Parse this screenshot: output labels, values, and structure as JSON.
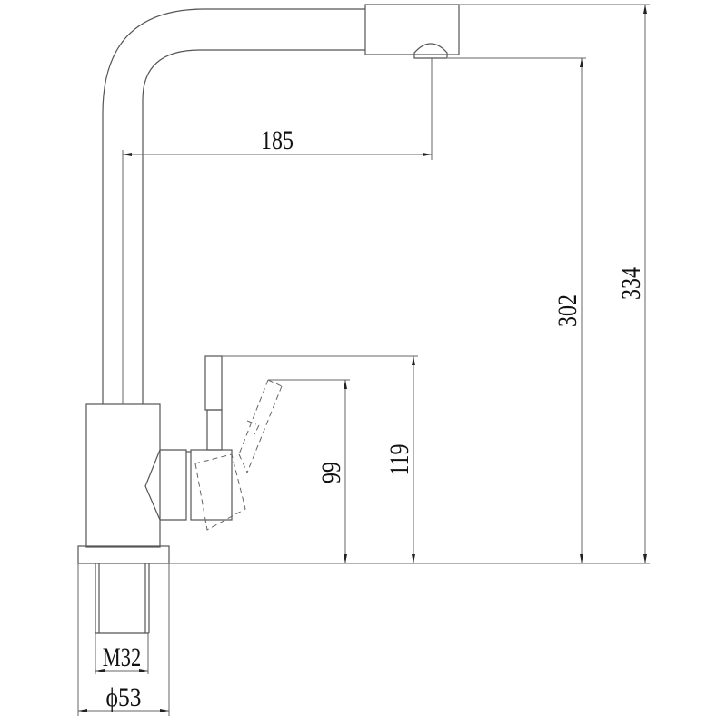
{
  "drawing": {
    "subject": "faucet",
    "dimensions": {
      "spout_reach": "185",
      "spout_outlet_height": "302",
      "total_height": "334",
      "handle_height": "99",
      "handle_top_height": "119",
      "thread": "M32",
      "base_diameter": "ϕ53"
    },
    "line_color": "#555555"
  }
}
